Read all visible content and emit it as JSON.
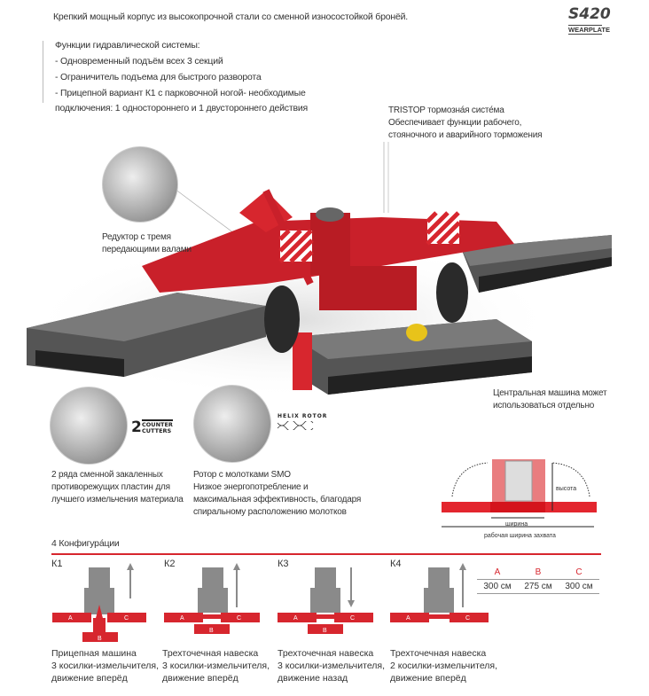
{
  "header": {
    "intro": "Крепкий мощный корпус из высокопрочной стали со сменной износостойкой бронёй.",
    "logo_model": "S420",
    "logo_badge": "WEARPLATE"
  },
  "hydraulics": {
    "title": "Функции гидравлической системы:",
    "items": [
      "- Одновременный подъём всех 3 секций",
      "- Ограничитель подъема для быстрого разворота",
      "- Прицепной вариант К1 с парковочной ногой- необходимые",
      "подключения: 1 одностороннего и 1 двустороннего действия"
    ]
  },
  "callouts": {
    "tristop": [
      "TRISTOP тормозна́я систе́ма",
      "Обеспечивает функции рабочего,",
      "стояночного и аварийного торможения"
    ],
    "gearbox": [
      "Редуктор с тремя",
      "передающими валами"
    ],
    "central": [
      "Центральная машина может",
      "использоваться отдельно"
    ],
    "counter": [
      "2 ряда сменной закаленных",
      "противорежущих пластин для",
      "лучшего измельчения материала"
    ],
    "rotor": [
      "Ротор с молотками SMO",
      "Низкое энергопотребление и",
      "максимальная эффективность, благодаря",
      "спиральному расположению молотков"
    ]
  },
  "badges": {
    "counter_num": "2",
    "counter_l1": "COUNTER",
    "counter_l2": "CUTTERS",
    "helix": "HELIX ROTOR"
  },
  "dimension_diagram": {
    "height": "высота",
    "width": "ширина",
    "working_width": "рабочая ширина захвата"
  },
  "configs": {
    "title": "4 Конфигура́ции",
    "items": [
      {
        "id": "К1",
        "lines": [
          "Прицепная машина",
          "3 косилки-измельчителя,",
          "движение вперёд"
        ]
      },
      {
        "id": "К2",
        "lines": [
          "Трехточечная навеска",
          "3 косилки-измельчителя,",
          "движение вперёд"
        ]
      },
      {
        "id": "К3",
        "lines": [
          "Трехточечная навеска",
          "3 косилки-измельчителя,",
          "движение назад"
        ]
      },
      {
        "id": "К4",
        "lines": [
          "Трехточечная навеска",
          "2 косилки-измельчителя,",
          "движение вперёд"
        ]
      }
    ],
    "section_labels": {
      "a": "A",
      "b": "B",
      "c": "C"
    },
    "table": {
      "headers": [
        "A",
        "B",
        "C"
      ],
      "values": [
        "300 см",
        "275 см",
        "300 см"
      ]
    }
  },
  "colors": {
    "accent": "#d7262e",
    "grey": "#8a8a8a"
  }
}
